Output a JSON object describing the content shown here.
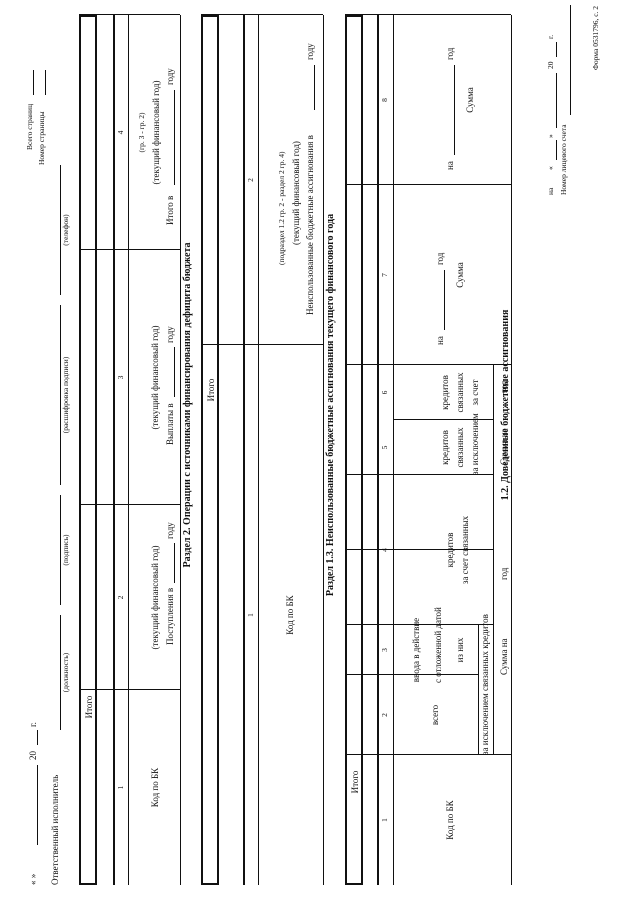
{
  "header": {
    "form_code": "Форма 0531796, с. 2",
    "account_label": "Номер лицевого счета",
    "on_label": "на",
    "quote_open": "«",
    "quote_close": "»",
    "year_prefix": "20",
    "year_suffix": "г."
  },
  "section_1_2": {
    "title": "1.2. Доведенные бюджетные ассигнования",
    "col_code": "Код по БК",
    "sum_on": "Сумма на",
    "year_word": "год",
    "excl_linked": "за исключением связанных кредитов",
    "total_word": "всего",
    "delayed": [
      "из них",
      "с отложенной датой",
      "ввода в действие"
    ],
    "by_linked": [
      "за счет связанных",
      "кредитов"
    ],
    "excl_linked_multi": [
      "за исключением",
      "связанных",
      "кредитов"
    ],
    "by_linked_multi": [
      "за счет",
      "связанных",
      "кредитов"
    ],
    "sum_word": "Сумма",
    "on_word": "на",
    "col_numbers": [
      "1",
      "2",
      "3",
      "4",
      "5",
      "6",
      "7",
      "8"
    ],
    "total_row": "Итого"
  },
  "section_1_3": {
    "title": "Раздел 1.3. Неиспользованные бюджетные ассигнования текущего финансового года",
    "col_code": "Код по БК",
    "unused_line1": "Неиспользованные бюджетные ассигнования в",
    "unused_year": "году",
    "unused_line2": "(текущий финансовый год)",
    "unused_line3": "(подраздел 1.2 гр. 2 - раздел 2 гр. 4)",
    "col_numbers": [
      "1",
      "2"
    ],
    "total_row": "Итого"
  },
  "section_2": {
    "title": "Раздел 2. Операции с источниками финансирования дефицита бюджета",
    "col_code": "Код по БК",
    "receipts_line1": "Поступления в",
    "receipts_year": "году",
    "receipts_line2": "(текущий финансовый год)",
    "payments_line1": "Выплаты в",
    "payments_year": "году",
    "payments_line2": "(текущий финансовый год)",
    "balance_line1": "Итого в",
    "balance_year": "году",
    "balance_line2": "(текущий финансовый год)",
    "balance_line3": "(гр. 3 - гр. 2)",
    "col_numbers": [
      "1",
      "2",
      "3",
      "4"
    ],
    "total_row": "Итого"
  },
  "footer": {
    "responsible": "Ответственный исполнитель",
    "position": "(должность)",
    "signature": "(подпись)",
    "decoding": "(расшифровка подписи)",
    "phone": "(телефон)",
    "date_quotes": "«     »",
    "date_year": "20",
    "date_g": "г.",
    "page_number": "Номер страницы",
    "total_pages": "Всего страниц"
  }
}
